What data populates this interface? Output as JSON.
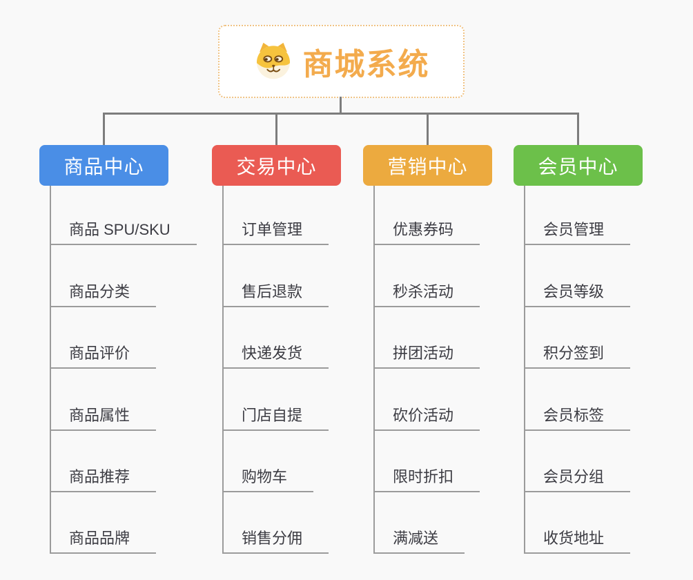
{
  "root": {
    "label": "商城系统",
    "icon": "shiba-dog-icon",
    "text_color": "#F3AB4D",
    "border_color": "#F0C283"
  },
  "branches": [
    {
      "label": "商品中心",
      "color": "#4A8EE6",
      "children": [
        "商品 SPU/SKU",
        "商品分类",
        "商品评价",
        "商品属性",
        "商品推荐",
        "商品品牌"
      ]
    },
    {
      "label": "交易中心",
      "color": "#EA5B53",
      "children": [
        "订单管理",
        "售后退款",
        "快递发货",
        "门店自提",
        "购物车",
        "销售分佣"
      ]
    },
    {
      "label": "营销中心",
      "color": "#ECAA3F",
      "children": [
        "优惠券码",
        "秒杀活动",
        "拼团活动",
        "砍价活动",
        "限时折扣",
        "满减送"
      ]
    },
    {
      "label": "会员中心",
      "color": "#6CC04A",
      "children": [
        "会员管理",
        "会员等级",
        "积分签到",
        "会员标签",
        "会员分组",
        "收货地址"
      ]
    }
  ],
  "colors": {
    "background": "#F9F9F9",
    "trunk_connector": "#7D7D7D",
    "leaf_connector": "#9B9B9B",
    "leaf_text": "#3C3C43"
  }
}
